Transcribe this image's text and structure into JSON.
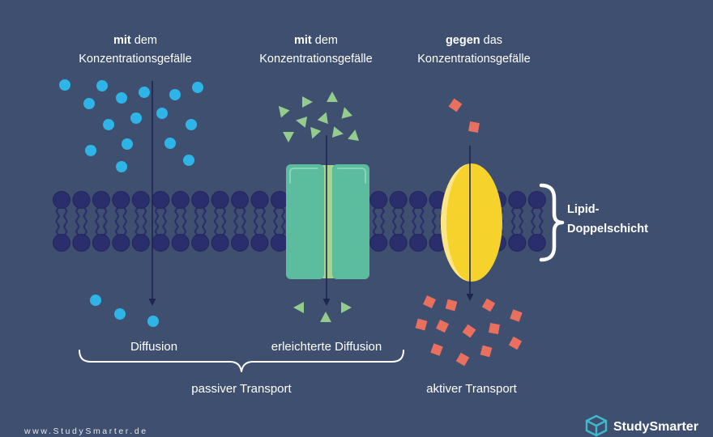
{
  "headers": [
    {
      "emph": "mit",
      "rest": "dem",
      "line2": "Konzentrationsgefälle"
    },
    {
      "emph": "mit",
      "rest": "dem",
      "line2": "Konzentrationsgefälle"
    },
    {
      "emph": "gegen",
      "rest": "das",
      "line2": "Konzentrationsgefälle"
    }
  ],
  "labels": {
    "diffusion": "Diffusion",
    "facilitated_diffusion": "erleichterte Diffusion",
    "passive_transport": "passiver Transport",
    "active_transport": "aktiver Transport"
  },
  "membrane_label": {
    "line1": "Lipid-",
    "line2": "Doppelschicht"
  },
  "footer": {
    "website": "www.StudySmarter.de",
    "brand_name": "StudySmarter"
  },
  "icons": {
    "brand_logo": "cube-outline-icon",
    "transport_direction": "arrow-down-icon"
  },
  "colors": {
    "background": "#3e4f6f",
    "text": "#ffffff",
    "diffusion_molecule": "#2fb4e8",
    "facilitated_molecule": "#93cc8c",
    "active_molecule": "#e9705f",
    "lipid": "#2b2e6c",
    "channel_protein": "#5bbd9e",
    "channel_pore": "#a6d48f",
    "carrier_protein": "#f6d22c",
    "carrier_highlight": "#fbe588",
    "arrow": "#1f2453",
    "brand": "#3fb9cc"
  }
}
